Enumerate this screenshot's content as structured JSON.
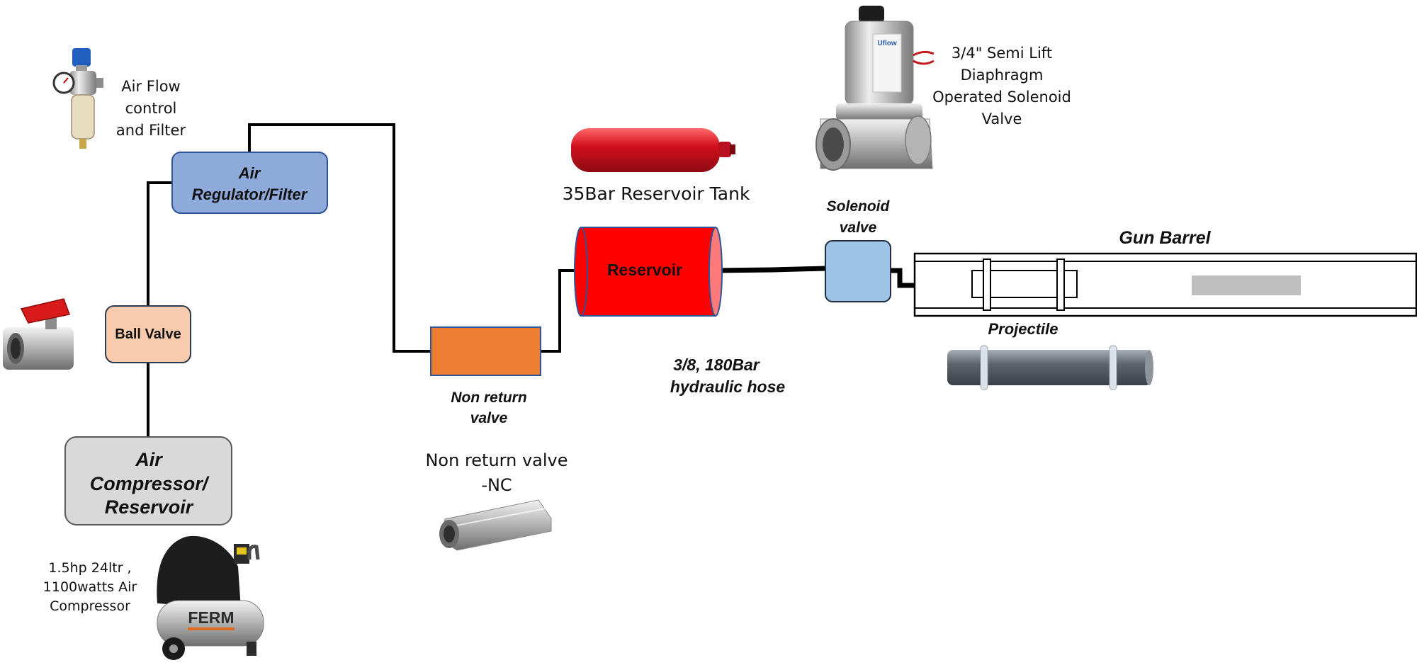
{
  "nodes": {
    "air_regulator": {
      "line1": "Air",
      "line2": "Regulator/Filter"
    },
    "ball_valve": {
      "label": "Ball Valve"
    },
    "compressor": {
      "line1": "Air",
      "line2": "Compressor/",
      "line3": "Reservoir"
    },
    "non_return_valve": {
      "line1": "Non return",
      "line2": "valve"
    },
    "reservoir": {
      "label": "Reservoir"
    },
    "solenoid_valve": {
      "line1": "Solenoid",
      "line2": "valve"
    },
    "gun_barrel": {
      "label": "Gun Barrel"
    },
    "projectile": {
      "label": "Projectile"
    }
  },
  "annotations": {
    "air_flow": {
      "line1": "Air Flow",
      "line2": "control",
      "line3": "and Filter"
    },
    "compressor_spec": {
      "line1": "1.5hp 24ltr ,",
      "line2": "1100watts Air",
      "line3": "Compressor"
    },
    "non_return_nc": {
      "line1": "Non return valve",
      "line2": "-NC"
    },
    "reservoir_tank": {
      "label": "35Bar Reservoir Tank"
    },
    "solenoid_spec": {
      "line1": "3/4\" Semi Lift",
      "line2": "Diaphragm",
      "line3": "Operated Solenoid",
      "line4": "Valve"
    },
    "hose": {
      "line1": "3/8, 180Bar",
      "line2": "hydraulic  hose"
    }
  },
  "product_labels": {
    "compressor_brand": "FERM",
    "solenoid_brand": "Uflow"
  },
  "colors": {
    "regulator_fill": "#8eaadb",
    "ball_valve_fill": "#f8cbad",
    "compressor_fill": "#d9d9d9",
    "non_return_fill": "#ed7d31",
    "reservoir_fill": "#ff0000",
    "solenoid_fill": "#9dc3e6",
    "projectile_bar": "#bfbfbf",
    "pipe": "#000000"
  }
}
